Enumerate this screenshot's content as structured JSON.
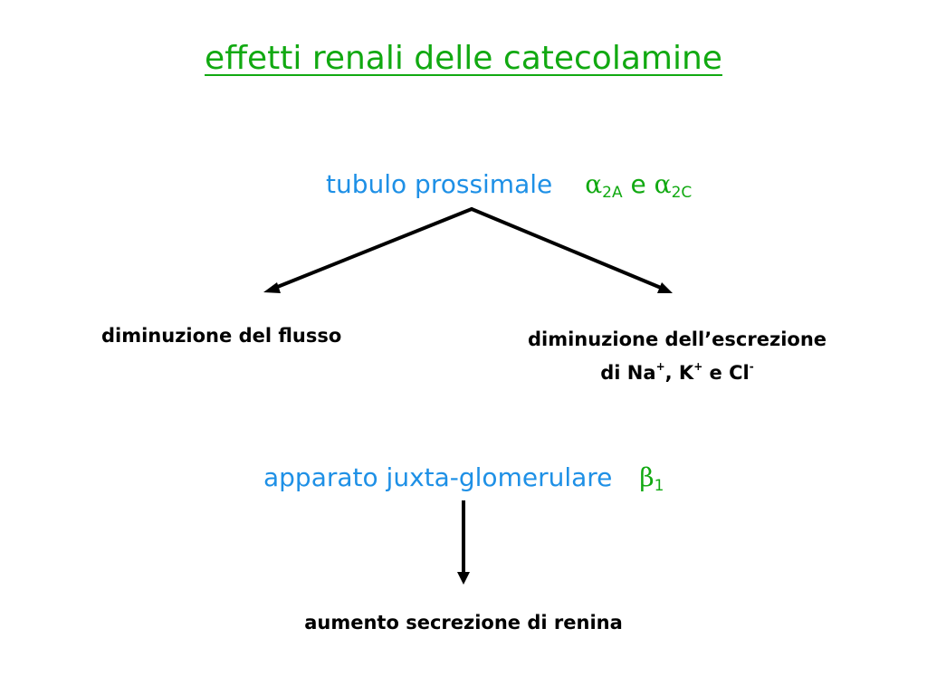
{
  "title": "effetti renali delle catecolamine",
  "tubulo": {
    "label": "tubulo prossimale",
    "alpha": "α",
    "sub_a": "2A",
    "conj": "e",
    "sub_c": "2C"
  },
  "outcomes": {
    "left": "diminuzione del flusso",
    "right_line1": "diminuzione dell’escrezione",
    "right_line2_pre": "di Na",
    "right_na_charge": "+",
    "right_sep": ", K",
    "right_k_charge": "+",
    "right_and": " e Cl",
    "right_cl_charge": "-"
  },
  "apparato": {
    "label": "apparato juxta-glomerulare",
    "beta": "β",
    "sub": "1"
  },
  "result": "aumento secrezione di renina",
  "colors": {
    "title": "#11a911",
    "site": "#1e90e6",
    "receptor": "#11a911",
    "text": "#000000"
  }
}
